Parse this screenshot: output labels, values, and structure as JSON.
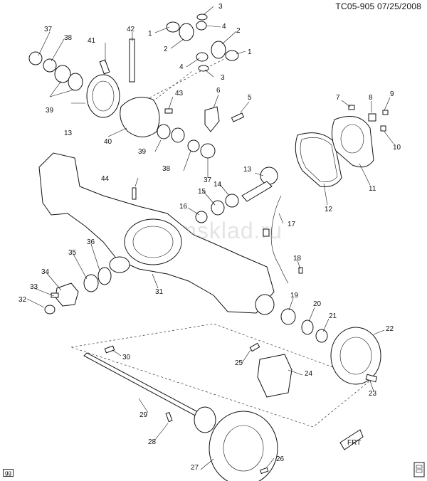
{
  "header": {
    "diagram_code": "TC05-905",
    "date": "07/25/2008"
  },
  "watermark": "www.gmsklad.ru",
  "corner_badge": "gg",
  "front_arrow_label": "FRT",
  "callouts": [
    "1",
    "2",
    "3",
    "4",
    "5",
    "6",
    "7",
    "8",
    "9",
    "10",
    "11",
    "12",
    "13",
    "14",
    "15",
    "16",
    "17",
    "18",
    "19",
    "20",
    "21",
    "22",
    "23",
    "24",
    "25",
    "26",
    "27",
    "28",
    "29",
    "30",
    "31",
    "32",
    "33",
    "34",
    "35",
    "36",
    "37",
    "38",
    "39",
    "40",
    "41",
    "42",
    "43",
    "44"
  ]
}
